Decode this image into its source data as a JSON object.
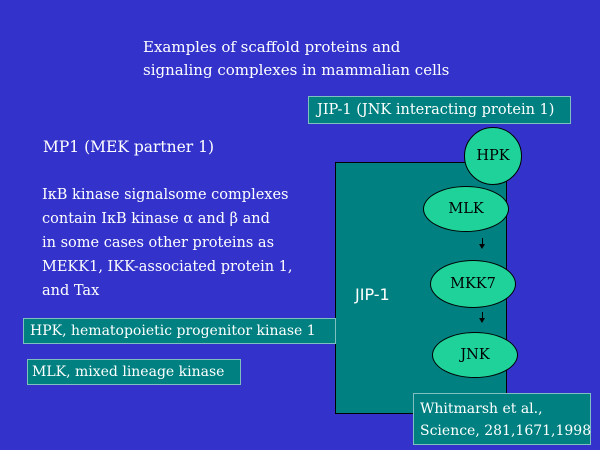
{
  "title": {
    "line1": "Examples of scaffold proteins and",
    "line2": "signaling complexes in mammalian cells"
  },
  "jip_banner": "JIP-1 (JNK interacting protein 1)",
  "mp1": "MP1 (MEK partner 1)",
  "ikb_text": [
    "IκB kinase signalsome complexes",
    "contain IκB kinase α and β and",
    "in some cases other proteins as",
    "MEKK1, IKK-associated protein 1,",
    "and Tax"
  ],
  "definitions": {
    "hpk": "HPK, hematopoietic progenitor kinase 1",
    "mlk": "MLK, mixed lineage kinase"
  },
  "diagram": {
    "scaffold_label": "JIP-1",
    "nodes": [
      "HPK",
      "MLK",
      "MKK7",
      "JNK"
    ]
  },
  "citation": {
    "line1": "Whitmarsh et al.,",
    "line2": "Science, 281,1671,1998"
  },
  "colors": {
    "background": "#3333cc",
    "box": "#008080",
    "node": "#1fd29a",
    "text": "#ffffff"
  }
}
